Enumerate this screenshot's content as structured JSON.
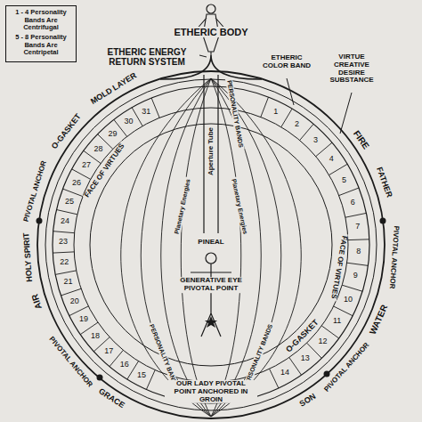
{
  "diagram": {
    "nodes": [
      {
        "text": [
          "1 - 4 Personality Bands Are Centrifugal",
          "5 - 8 Personality Bands Are Centripetal"
        ]
      }
    ],
    "labels": [
      "ETHERIC BODY",
      "ETHERIC ENERGY RETURN SYSTEM",
      "ETHERIC COLOR BAND",
      "VIRTUE CREATIVE DESIRE SUBSTANCE",
      "MOLD LAYER",
      "O-GASKET",
      "FACE OF VIRTUES",
      "FIRE",
      "FATHER",
      "PIVOTAL ANCHOR",
      "WATER",
      "FACE OF VIRTUES",
      "O-GASKET",
      "PIVOTAL ANCHOR",
      "SON",
      "PIVOTAL ANCHOR",
      "HOLY SPIRIT",
      "AIR",
      "PIVOTAL ANCHOR",
      "GRACE",
      "Aperture Tube",
      "PERSONALITY BANDS",
      "Planetary Energies",
      "Planetary Energies",
      "PINEAL",
      "GENERATIVE EYE PIVOTAL POINT",
      "PERSONALITY BANDS",
      "PERSONALITY BANDS",
      "OUR LADY PIVOTAL POINT ANCHORED IN GROIN",
      "1",
      "2",
      "3",
      "4",
      "5",
      "6",
      "7",
      "8",
      "9",
      "10",
      "11",
      "12",
      "13",
      "14",
      "15",
      "16",
      "17",
      "18",
      "19",
      "20",
      "21",
      "22",
      "23",
      "24",
      "25",
      "26",
      "27",
      "28",
      "29",
      "30",
      "31"
    ]
  }
}
